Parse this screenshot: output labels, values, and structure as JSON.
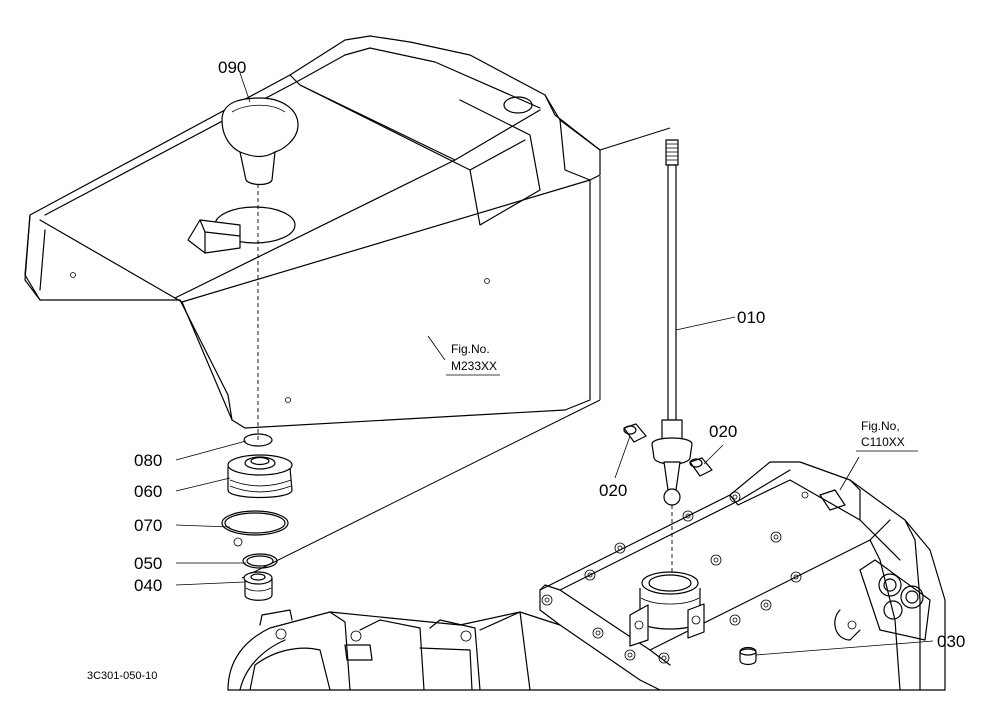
{
  "parts": [
    {
      "key": "p090",
      "label": "090"
    },
    {
      "key": "p010",
      "label": "010"
    },
    {
      "key": "p020a",
      "label": "020"
    },
    {
      "key": "p020b",
      "label": "020"
    },
    {
      "key": "p080",
      "label": "080"
    },
    {
      "key": "p060",
      "label": "060"
    },
    {
      "key": "p070",
      "label": "070"
    },
    {
      "key": "p050",
      "label": "050"
    },
    {
      "key": "p040",
      "label": "040"
    },
    {
      "key": "p030",
      "label": "030"
    }
  ],
  "references": {
    "fig_m233": {
      "line1": "Fig.No.",
      "line2": "M233XX"
    },
    "fig_c110": {
      "line1": "Fig.No,",
      "line2": "C110XX"
    }
  },
  "diagram_code": "3C301-050-10"
}
